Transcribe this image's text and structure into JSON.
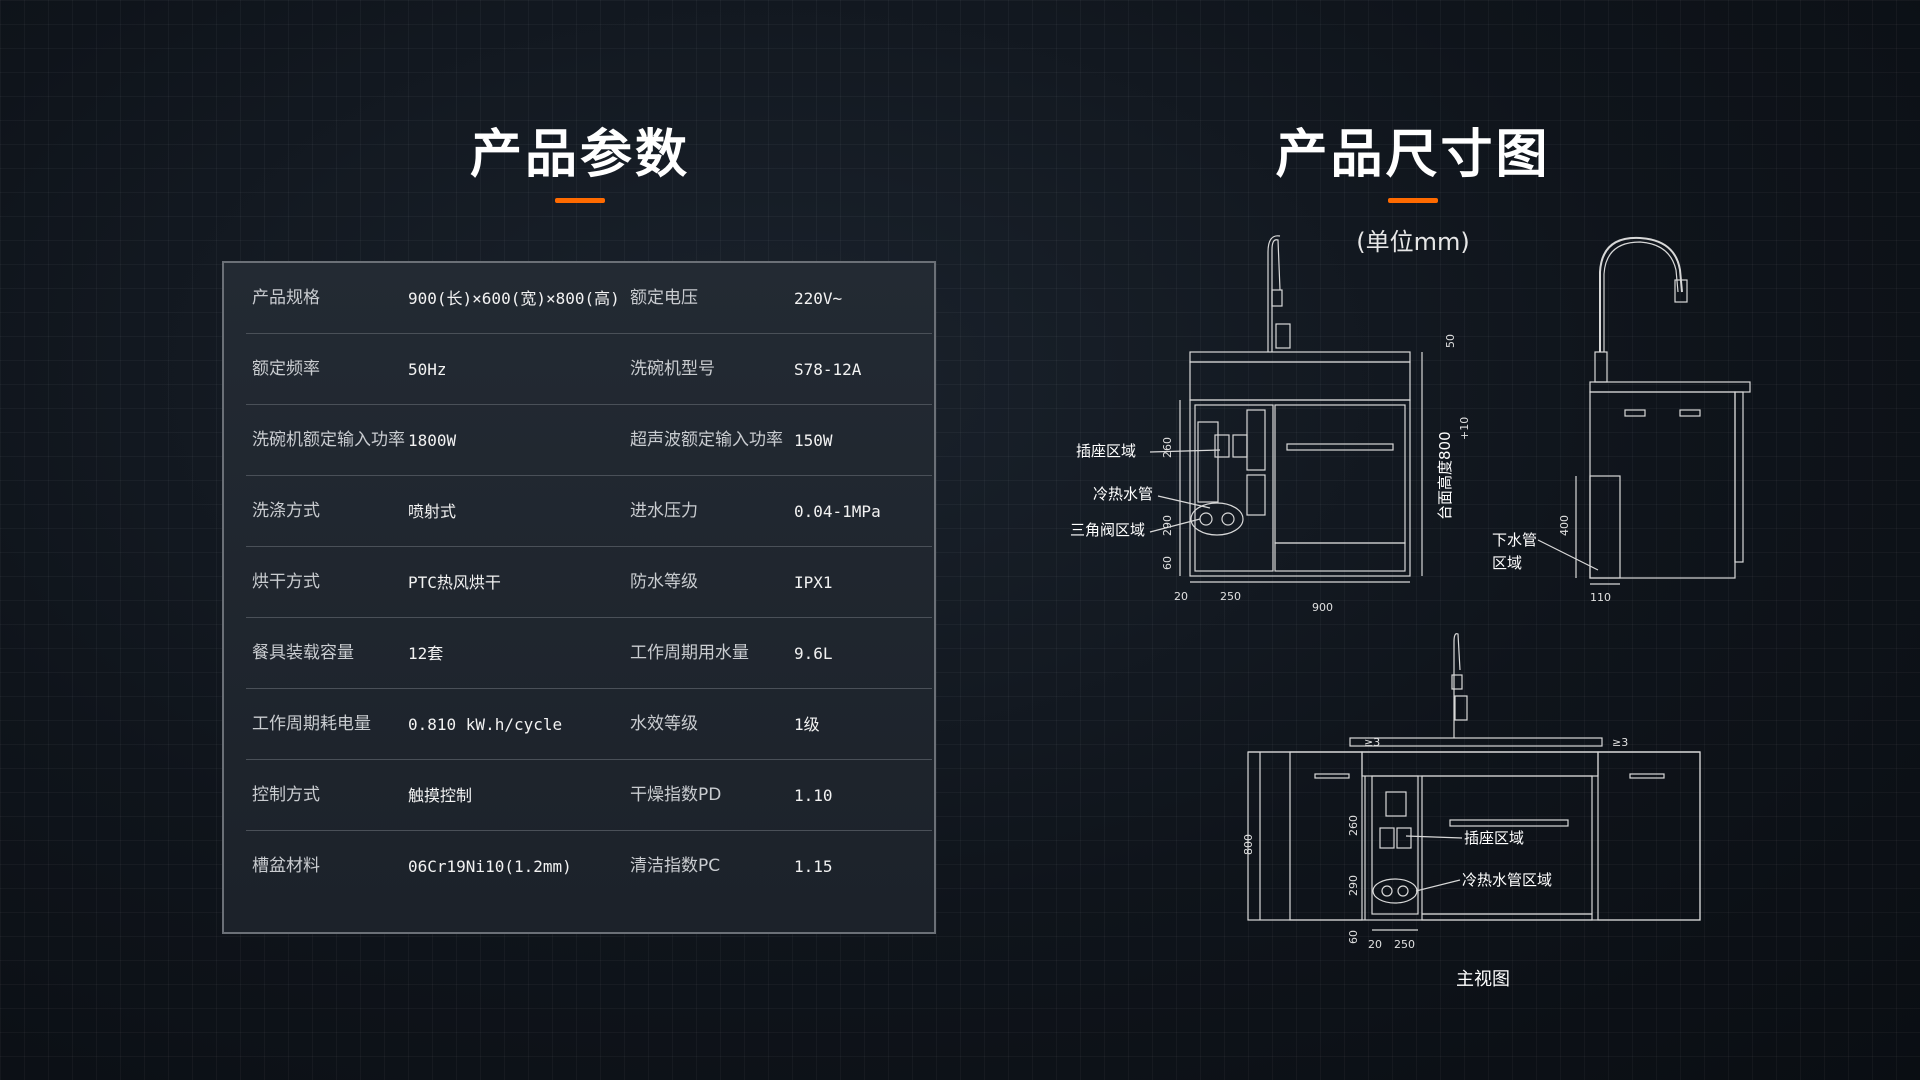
{
  "left": {
    "title": "产品参数"
  },
  "right": {
    "title": "产品尺寸图",
    "unit": "(单位mm)"
  },
  "params": [
    {
      "k1": "产品规格",
      "v1": "900(长)×600(宽)×800(高)",
      "k2": "额定电压",
      "v2": "220V~"
    },
    {
      "k1": "额定频率",
      "v1": "50Hz",
      "k2": "洗碗机型号",
      "v2": "S78-12A"
    },
    {
      "k1": "洗碗机额定输入功率",
      "v1": "1800W",
      "k2": "超声波额定输入功率",
      "v2": "150W"
    },
    {
      "k1": "洗涤方式",
      "v1": "喷射式",
      "k2": "进水压力",
      "v2": "0.04-1MPa"
    },
    {
      "k1": "烘干方式",
      "v1": "PTC热风烘干",
      "k2": "防水等级",
      "v2": "IPX1"
    },
    {
      "k1": "餐具装载容量",
      "v1": "12套",
      "k2": "工作周期用水量",
      "v2": "9.6L"
    },
    {
      "k1": "工作周期耗电量",
      "v1": "0.810 kW.h/cycle",
      "k2": "水效等级",
      "v2": "1级"
    },
    {
      "k1": "控制方式",
      "v1": "触摸控制",
      "k2": "干燥指数PD",
      "v2": "1.10"
    },
    {
      "k1": "槽盆材料",
      "v1": "06Cr19Ni10(1.2mm)",
      "k2": "清洁指数PC",
      "v2": "1.15"
    }
  ],
  "drawing": {
    "side_labels": {
      "socket": "插座区域",
      "pipes": "冷热水管",
      "valve": "三角阀区域",
      "drain_l1": "下水管",
      "drain_l2": "区域",
      "height": "台面高度800"
    },
    "side_dims": {
      "d50": "50",
      "d260": "260",
      "d290": "290",
      "d60": "60",
      "d20": "20",
      "d250": "250",
      "d900": "900",
      "d400": "400",
      "d110": "110",
      "tol": "+10"
    },
    "front_labels": {
      "socket": "插座区域",
      "pipes": "冷热水管区域",
      "caption": "主视图"
    },
    "front_dims": {
      "ge3a": "≥3",
      "ge3b": "≥3",
      "d800": "800",
      "d260": "260",
      "d290": "290",
      "d60": "60",
      "d20": "20",
      "d250": "250"
    }
  }
}
